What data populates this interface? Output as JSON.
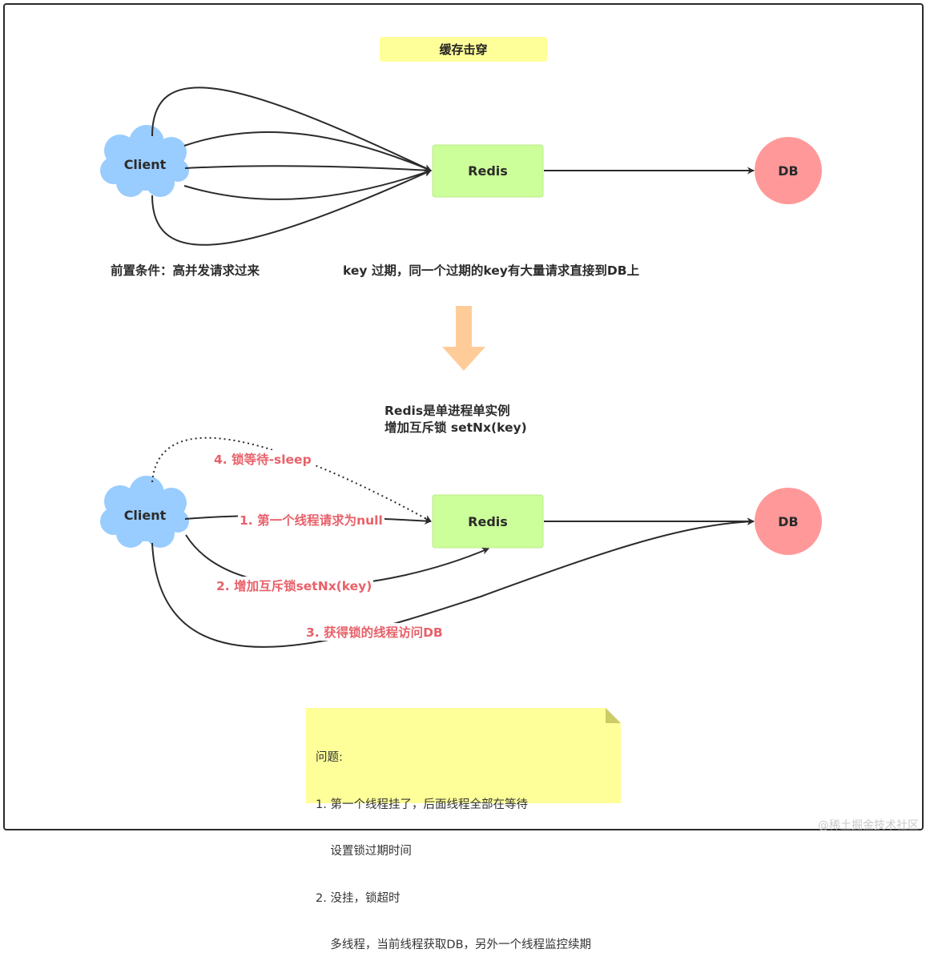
{
  "title": "缓存击穿",
  "top": {
    "client": "Client",
    "redis": "Redis",
    "db": "DB",
    "precondition": "前置条件：高并发请求过来",
    "description": "key 过期，同一个过期的key有大量请求直接到DB上"
  },
  "middle": {
    "line1": "Redis是单进程单实例",
    "line2": "增加互斥锁 setNx(key)"
  },
  "bottom": {
    "client": "Client",
    "redis": "Redis",
    "db": "DB",
    "step1": "1. 第一个线程请求为null",
    "step2": "2. 增加互斥锁setNx(key)",
    "step3": "3. 获得锁的线程访问DB",
    "step4": "4. 锁等待-sleep"
  },
  "note": {
    "lines": [
      "问题:",
      "1. 第一个线程挂了，后面线程全部在等待",
      "    设置锁过期时间",
      "2. 没挂，锁超时",
      "    多线程，当前线程获取DB，另外一个线程监控续期"
    ]
  },
  "watermark": "@稀土掘金技术社区",
  "colors": {
    "cloud": "#99ccff",
    "redis": "#ccff99",
    "db": "#ff9999",
    "title_bg": "#ffff99",
    "note_bg": "#ffff99",
    "arrow_orange": "#ffcc99",
    "step_text": "#e8616a"
  }
}
